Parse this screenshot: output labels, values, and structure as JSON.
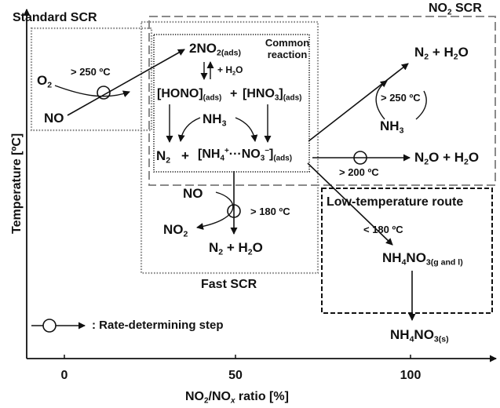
{
  "regions": {
    "standard_scr": "Standard SCR",
    "no2_scr_main": "NO",
    "no2_scr_sub": "2",
    "no2_scr_tail": " SCR",
    "common_line1": "Common",
    "common_line2": "reaction",
    "fast_scr": "Fast SCR",
    "low_temp": "Low-temperature route"
  },
  "species": {
    "o2_main": "O",
    "o2_sub": "2",
    "no_left": "NO",
    "two_no2_main": "2NO",
    "two_no2_sub": "2(ads)",
    "plus_h2o": "+ H",
    "plus_h2o_sub": "2",
    "plus_h2o_tail": "O",
    "hono_main": "[HONO]",
    "hono_sub": "(ads)",
    "plus": "+",
    "hno3_main": "[HNO",
    "hno3_sub1": "3",
    "hno3_close": "]",
    "hno3_sub2": "(ads)",
    "nh3_center_main": "NH",
    "nh3_center_sub": "3",
    "n2_main": "N",
    "n2_sub": "2",
    "plus2": "+",
    "nh4_open": "[NH",
    "nh4_sub": "4",
    "nh4_sup": "+",
    "nh4_dots": "···NO",
    "nh4_no3_sub": "3",
    "nh4_no3_sup": "−",
    "nh4_close": "]",
    "nh4_ads": "(ads)",
    "top_n2h2o_a": "N",
    "top_n2h2o_sub1": "2",
    "top_n2h2o_b": " + H",
    "top_n2h2o_sub2": "2",
    "top_n2h2o_c": "O",
    "nh3_right_main": "NH",
    "nh3_right_sub": "3",
    "n2o_a": "N",
    "n2o_sub1": "2",
    "n2o_b": "O + H",
    "n2o_sub2": "2",
    "n2o_c": "O",
    "fast_no": "NO",
    "fast_no2_main": "NO",
    "fast_no2_sub": "2",
    "fast_n2h2o_a": "N",
    "fast_n2h2o_sub1": "2",
    "fast_n2h2o_b": " + H",
    "fast_n2h2o_sub2": "2",
    "fast_n2h2o_c": "O",
    "nh4no3_g_a": "NH",
    "nh4no3_g_sub1": "4",
    "nh4no3_g_b": "NO",
    "nh4no3_g_sub2": "3(g and l)",
    "nh4no3_s_a": "NH",
    "nh4no3_s_sub1": "4",
    "nh4no3_s_b": "NO",
    "nh4no3_s_sub2": "3(s)"
  },
  "temps": {
    "t250_left": "> 250 ºC",
    "t250_right": "> 250 ºC",
    "t200": "> 200 ºC",
    "t180_fast": "> 180 ºC",
    "t180_low": "< 180 ºC"
  },
  "legend": {
    "label": ": Rate-determining step"
  },
  "axes": {
    "y_label": "Temperature  [ºC]",
    "x_label_a": "NO",
    "x_label_sub": "2",
    "x_label_b": "/NO",
    "x_label_x": "x",
    "x_label_c": " ratio  [%]",
    "ticks": [
      "0",
      "50",
      "100"
    ]
  },
  "colors": {
    "line": "#111111",
    "dotted_box": "#8a8a8a",
    "dashed_box": "#8a8a8a",
    "low_temp_box": "#111111"
  }
}
